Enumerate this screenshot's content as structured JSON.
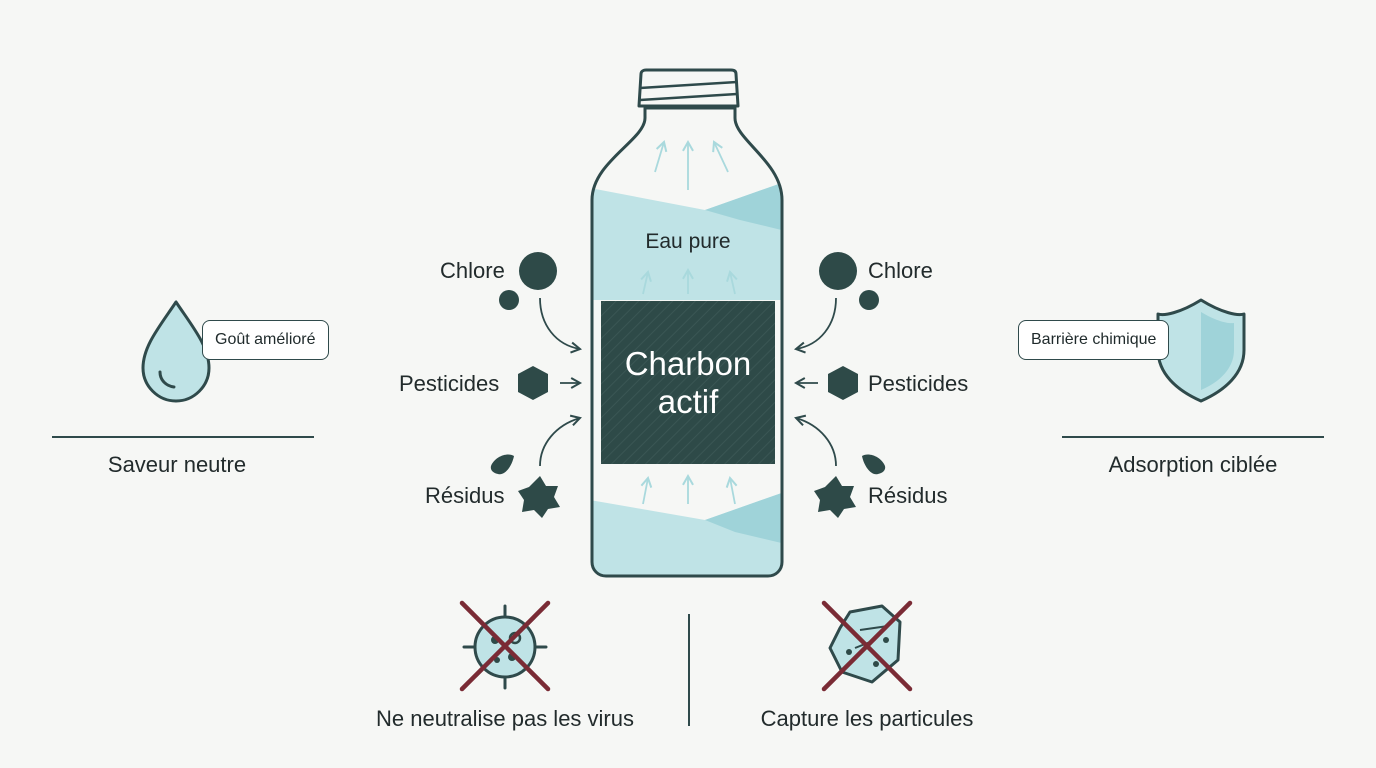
{
  "center": {
    "line1": "Charbon",
    "line2": "actif"
  },
  "bottle": {
    "top_label": "Eau pure"
  },
  "contaminants_left": {
    "chlore": "Chlore",
    "pesticides": "Pesticides",
    "residus": "Résidus"
  },
  "contaminants_right": {
    "chlore": "Chlore",
    "pesticides": "Pesticides",
    "residus": "Résidus"
  },
  "left_panel": {
    "callout": "Goût amélioré",
    "caption": "Saveur neutre"
  },
  "right_panel": {
    "callout": "Barrière chimique",
    "caption": "Adsorption ciblée"
  },
  "bottom": {
    "left_caption": "Ne neutralise pas les virus",
    "right_caption": "Capture les particules"
  },
  "colors": {
    "dark_teal": "#2e4a48",
    "light_aqua": "#bfe3e6",
    "mid_aqua": "#9fd3d9",
    "outline": "#2f4a4b",
    "cross_red": "#7a2b35",
    "background": "#f6f7f5"
  },
  "icons": {
    "left": "water-drop-icon",
    "right": "shield-icon",
    "bottom_left": "virus-icon",
    "bottom_right": "particle-icon"
  }
}
